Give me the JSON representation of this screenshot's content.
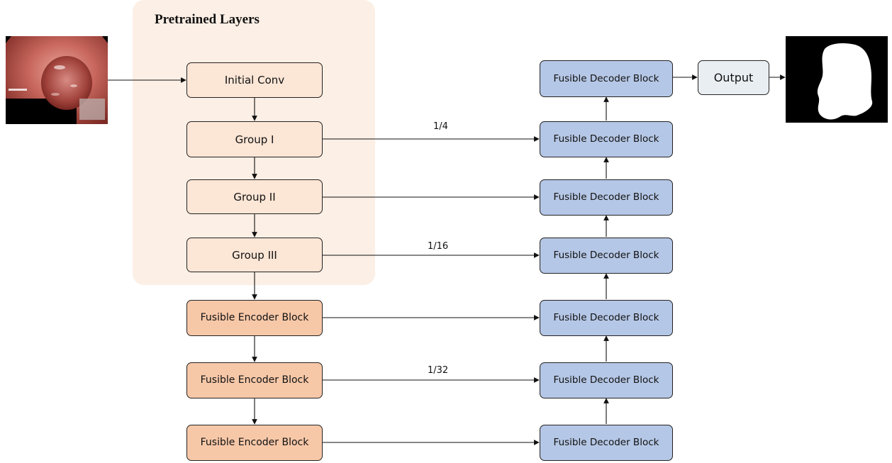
{
  "pretrained_group": {
    "title": "Pretrained Layers"
  },
  "encoder": {
    "initial_conv": "Initial Conv",
    "group1": "Group I",
    "group2": "Group II",
    "group3": "Group III",
    "fusible_encoder": [
      "Fusible Encoder Block",
      "Fusible Encoder Block",
      "Fusible Encoder Block"
    ]
  },
  "decoder": {
    "blocks": [
      "Fusible Decoder Block",
      "Fusible Decoder Block",
      "Fusible Decoder Block",
      "Fusible Decoder Block",
      "Fusible Decoder Block",
      "Fusible Decoder Block",
      "Fusible Decoder Block"
    ]
  },
  "output": {
    "label": "Output"
  },
  "edge_labels": {
    "group1_scale": "1/4",
    "group3_scale": "1/16",
    "encoder2_scale": "1/32"
  },
  "images": {
    "input": "colonoscopy-input-image",
    "mask": "segmentation-mask-output"
  }
}
